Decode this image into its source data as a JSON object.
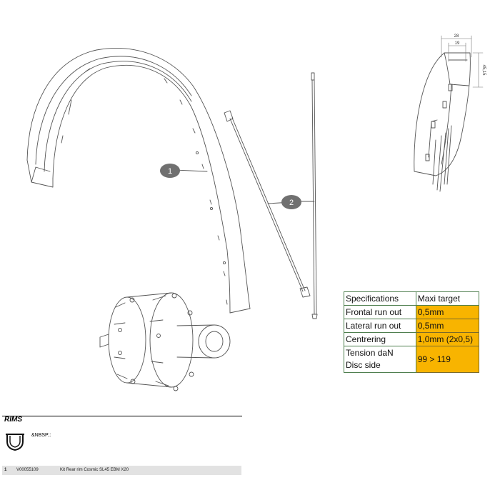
{
  "diagram": {
    "callouts": [
      {
        "number": "1"
      },
      {
        "number": "2"
      }
    ],
    "dimensions": {
      "outer_width": "28",
      "inner_width": "19",
      "height": "45,15"
    }
  },
  "spec_table": {
    "header": {
      "label": "Specifications",
      "value": "Maxi target"
    },
    "rows": [
      {
        "label": "Frontal run out",
        "value": "0,5mm"
      },
      {
        "label": "Lateral run out",
        "value": "0,5mm"
      },
      {
        "label": "Centrering",
        "value": "1,0mm (2x0,5)"
      }
    ],
    "tension": {
      "label_line1": "Tension daN",
      "label_line2": "Disc side",
      "value": "99 > 119"
    },
    "colors": {
      "highlight": "#f8b400",
      "border": "#4f7f4f"
    }
  },
  "parts_list": {
    "title": "RIMS",
    "note": "&NBSP;:",
    "icon": "rim-cross-section-icon",
    "items": [
      {
        "number": "1",
        "code": "V00055109",
        "description": "Kit Rear rim Cosmic SL45 EBM X20"
      }
    ]
  }
}
